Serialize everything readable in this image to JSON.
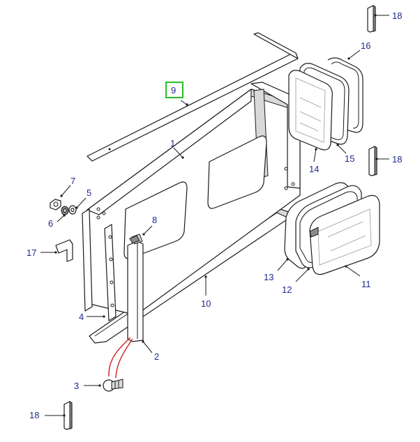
{
  "callouts": {
    "c1": "1",
    "c2": "2",
    "c3": "3",
    "c4": "4",
    "c5": "5",
    "c6": "6",
    "c7": "7",
    "c8": "8",
    "c9": "9",
    "c10": "10",
    "c11": "11",
    "c12": "12",
    "c13": "13",
    "c14": "14",
    "c15": "15",
    "c16": "16",
    "c17": "17",
    "c18a": "18",
    "c18b": "18",
    "c18c": "18"
  },
  "highlight": {
    "callout": "9",
    "color": "#25c025"
  },
  "colors": {
    "callout_text": "#1f2a8c",
    "line": "#1a1a1a",
    "wire": "#cc1f1f"
  }
}
